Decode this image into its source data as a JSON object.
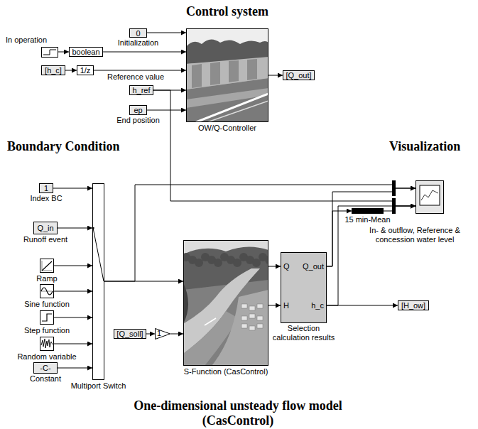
{
  "diagram": {
    "nodes": [
      {
        "text": [
          "In operation"
        ]
      },
      {
        "text": [
          "0",
          "Initialization"
        ]
      },
      {
        "text": [
          "boolean"
        ]
      },
      {
        "text": [
          "[h_c]"
        ]
      },
      {
        "text": [
          "1/z"
        ]
      },
      {
        "text": [
          "h_ref"
        ]
      },
      {
        "text": [
          "ep",
          "End position"
        ]
      },
      {
        "text": [
          "OW/Q-Controller"
        ]
      },
      {
        "text": [
          "[Q_out]"
        ]
      },
      {
        "text": [
          "1",
          "Index BC"
        ]
      },
      {
        "text": [
          "Q_in",
          "Runoff event"
        ]
      },
      {
        "text": [
          "Ramp"
        ]
      },
      {
        "text": [
          "Sine function"
        ]
      },
      {
        "text": [
          "Step function"
        ]
      },
      {
        "text": [
          "Random variable"
        ]
      },
      {
        "text": [
          "-C-",
          "Constant"
        ]
      },
      {
        "text": [
          "Multiport Switch"
        ]
      },
      {
        "text": [
          "15 min-Mean"
        ]
      },
      {
        "text": [
          "In- & outflow, Reference & concession water level"
        ]
      },
      {
        "text": [
          "[Q_soll]"
        ]
      },
      {
        "text": [
          "1"
        ]
      },
      {
        "text": [
          "S-Function (CasControl)"
        ]
      },
      {
        "text": [
          "Q",
          "H",
          "Q_out",
          "h_c",
          "Selection calculation results"
        ]
      },
      {
        "text": [
          "[H_ow]"
        ]
      }
    ],
    "edges": [
      {
        "from": 0,
        "to": 2,
        "arrow": "to"
      },
      {
        "from": 2,
        "to": 7,
        "arrow": "to"
      },
      {
        "from": 1,
        "to": 7,
        "arrow": "to"
      },
      {
        "from": 3,
        "to": 4,
        "arrow": "to"
      },
      {
        "from": 4,
        "to": 7,
        "label": "Reference value",
        "arrow": "to"
      },
      {
        "from": 5,
        "to": 7,
        "arrow": "to"
      },
      {
        "from": 6,
        "to": 7,
        "arrow": "to"
      },
      {
        "from": 7,
        "to": 8,
        "arrow": "to"
      },
      {
        "from": 9,
        "to": 16,
        "arrow": "to"
      },
      {
        "from": 10,
        "to": 16,
        "arrow": "to"
      },
      {
        "from": 11,
        "to": 16,
        "arrow": "to"
      },
      {
        "from": 12,
        "to": 16,
        "arrow": "to"
      },
      {
        "from": 13,
        "to": 16,
        "arrow": "to"
      },
      {
        "from": 14,
        "to": 16,
        "arrow": "to"
      },
      {
        "from": 15,
        "to": 16,
        "arrow": "to"
      },
      {
        "from": 16,
        "to": 21,
        "arrow": "to"
      },
      {
        "from": 16,
        "to": 18,
        "arrow": "to"
      },
      {
        "from": 5,
        "to": 18,
        "arrow": "to"
      },
      {
        "from": 19,
        "to": 20,
        "arrow": "to"
      },
      {
        "from": 20,
        "to": 21,
        "arrow": "to"
      },
      {
        "from": 21,
        "to": 22,
        "arrow": "to"
      },
      {
        "from": 21,
        "to": 22,
        "arrow": "to"
      },
      {
        "from": 22,
        "to": 18,
        "arrow": "to"
      },
      {
        "from": 22,
        "to": 17,
        "arrow": "to"
      },
      {
        "from": 17,
        "to": 18,
        "arrow": "to"
      },
      {
        "from": 22,
        "to": 18,
        "arrow": "to"
      },
      {
        "from": 22,
        "to": 23,
        "arrow": "to"
      }
    ],
    "labels": [
      "Control system",
      "Boundary Condition",
      "Visualization",
      "One-dimensional unsteady flow model (CasControl)"
    ]
  }
}
